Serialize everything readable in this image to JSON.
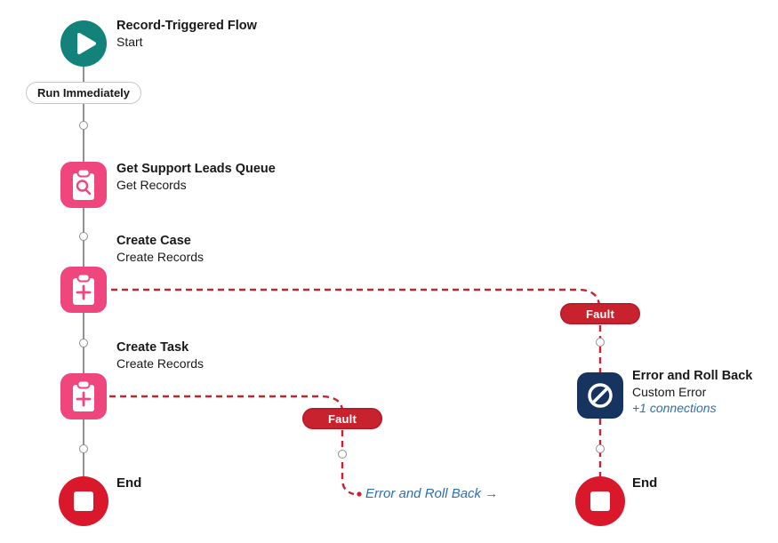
{
  "nodes": {
    "start": {
      "title": "Record-Triggered Flow",
      "subtitle": "Start",
      "icon": "play-icon"
    },
    "get_records": {
      "title": "Get Support Leads Queue",
      "subtitle": "Get Records",
      "icon": "clipboard-search-icon"
    },
    "create_case": {
      "title": "Create Case",
      "subtitle": "Create Records",
      "icon": "clipboard-plus-icon"
    },
    "create_task": {
      "title": "Create Task",
      "subtitle": "Create Records",
      "icon": "clipboard-plus-icon"
    },
    "end_main": {
      "title": "End",
      "icon": "stop-icon"
    },
    "custom_error": {
      "title": "Error and Roll Back",
      "subtitle": "Custom Error",
      "connections": "+1 connections",
      "icon": "ban-icon"
    },
    "end_fault": {
      "title": "End",
      "icon": "stop-icon"
    }
  },
  "connectors": {
    "run_immediately": "Run Immediately",
    "fault_create_case": "Fault",
    "fault_create_task": "Fault",
    "goto_error": "Error and Roll Back →"
  },
  "colors": {
    "start_teal": "#12827B",
    "data_pink": "#F0467E",
    "custom_error_navy": "#17335F",
    "end_red": "#D9182B",
    "fault_red": "#C9222F",
    "connector_gray": "#919191",
    "link_blue": "#2E6FAE",
    "text_dark": "#181818"
  }
}
